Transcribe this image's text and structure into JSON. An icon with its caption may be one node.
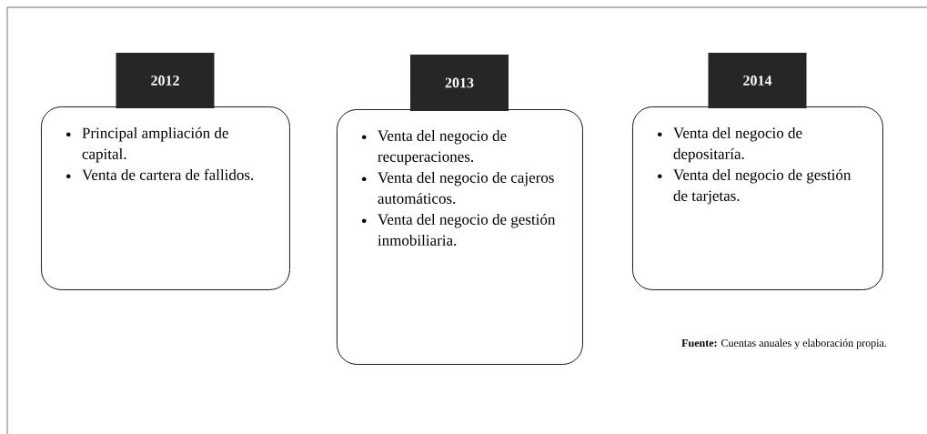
{
  "diagram": {
    "nodes": [
      {
        "text": [
          "2012",
          "Principal ampliación de capital.",
          "Venta de cartera de fallidos."
        ]
      },
      {
        "text": [
          "2013",
          "Venta del negocio de recuperaciones.",
          "Venta del negocio de cajeros automáticos.",
          "Venta del negocio de gestión inmobiliaria."
        ]
      },
      {
        "text": [
          "2014",
          "Venta del negocio de depositaría.",
          "Venta del negocio de gestión de tarjetas."
        ]
      }
    ],
    "labels": [
      "**Fuente:** Cuentas anuales y elaboración propia."
    ]
  }
}
